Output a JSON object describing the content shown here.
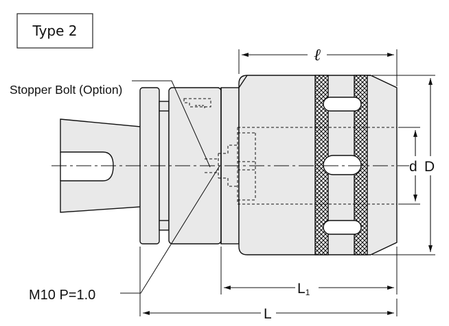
{
  "type_label": "Type 2",
  "labels": {
    "stopper_bolt": "Stopper Bolt (Option)",
    "thread": "M10 P=1.0",
    "dim_small_l": "ℓ",
    "dim_d": "d",
    "dim_D": "D",
    "dim_L1_main": "L",
    "dim_L1_sub": "1",
    "dim_L": "L"
  },
  "colors": {
    "body_fill": "#e9e9e9",
    "line": "#111111"
  }
}
